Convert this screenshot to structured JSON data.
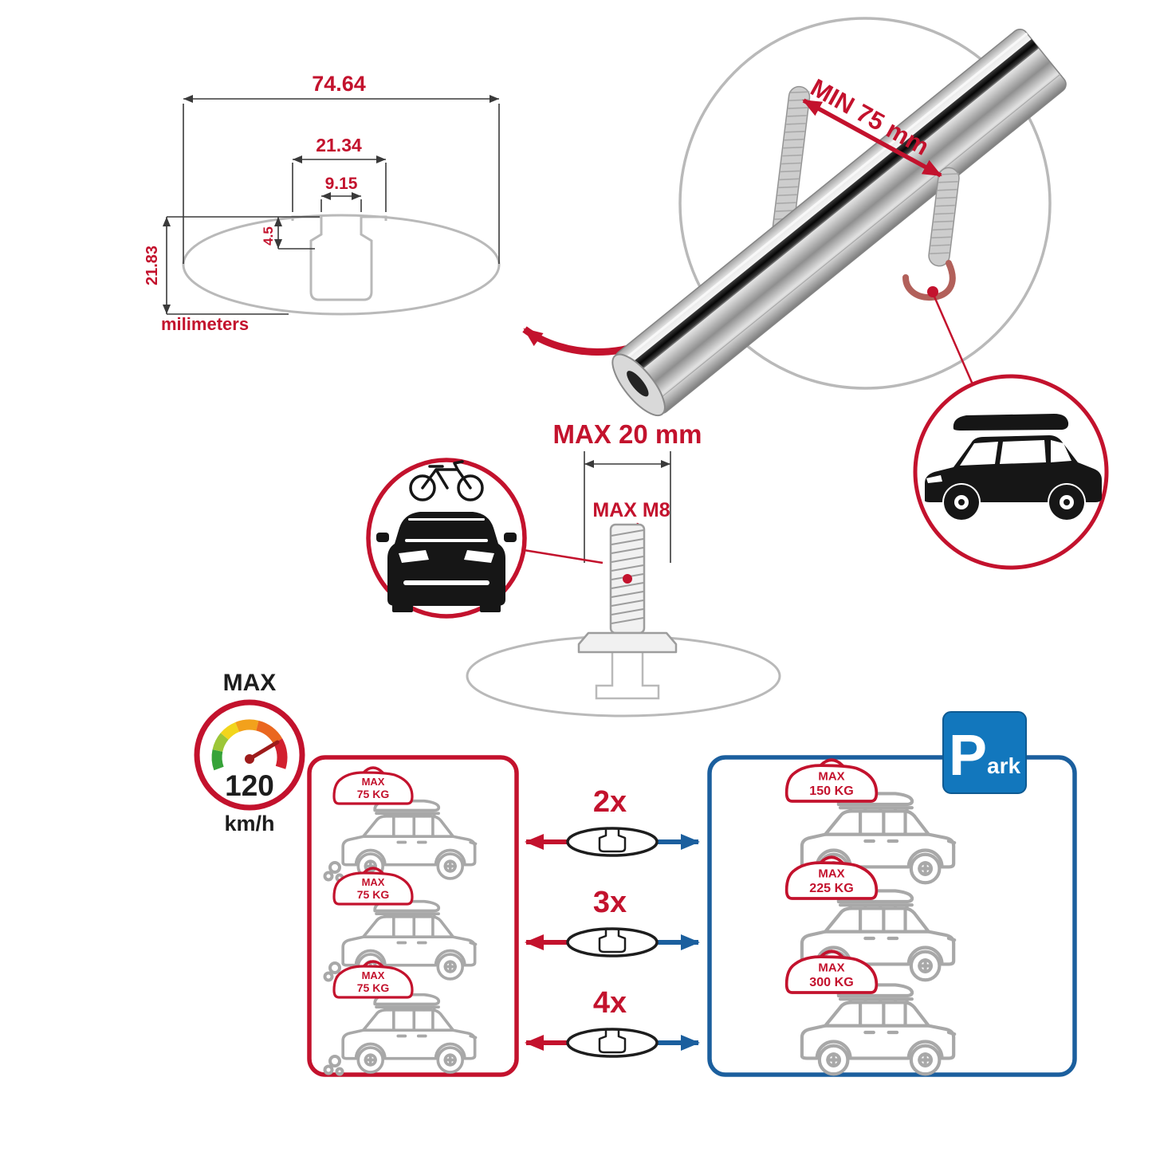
{
  "colors": {
    "red": "#c3122d",
    "blue": "#1b5f9e",
    "gray": "#b9b9b9",
    "dim": "#3a3a3a",
    "cargray": "#a8a8a8",
    "parkblue": "#1277bd"
  },
  "profile_dimensions": {
    "total_width": "74.64",
    "channel_width": "21.34",
    "slot_width": "9.15",
    "slot_depth": "4.5",
    "total_height": "21.83",
    "units": "milimeters"
  },
  "clamp": {
    "min_grip": "MIN 75 mm"
  },
  "bolt": {
    "max_length": "MAX 20 mm",
    "max_thread": "MAX M8"
  },
  "speed_limit": {
    "label": "MAX",
    "value": "120",
    "unit": "km/h"
  },
  "bar_options": [
    {
      "count": "2x",
      "moving_load": {
        "label": "MAX",
        "value": "75 KG"
      },
      "parked_load": {
        "label": "MAX",
        "value": "150 KG"
      }
    },
    {
      "count": "3x",
      "moving_load": {
        "label": "MAX",
        "value": "75 KG"
      },
      "parked_load": {
        "label": "MAX",
        "value": "225 KG"
      }
    },
    {
      "count": "4x",
      "moving_load": {
        "label": "MAX",
        "value": "75 KG"
      },
      "parked_load": {
        "label": "MAX",
        "value": "300 KG"
      }
    }
  ],
  "park_sign": {
    "letter": "P",
    "rest": "ark"
  }
}
